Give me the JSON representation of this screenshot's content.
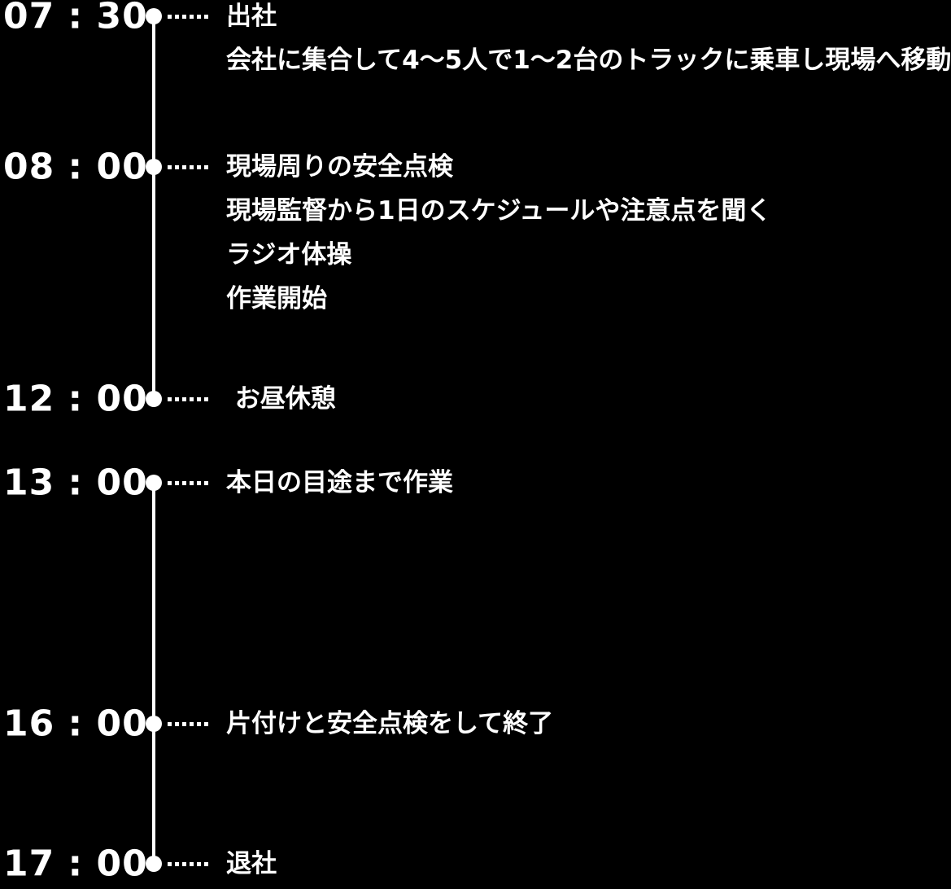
{
  "page": {
    "background_color": "#000000",
    "text_color": "#ffffff"
  },
  "timeline": {
    "entries": [
      {
        "time": "07 : 30",
        "items": [
          "出社",
          "会社に集合して4〜5人で1〜2台のトラックに乗車し現場へ移動"
        ]
      },
      {
        "time": "08 : 00",
        "items": [
          "現場周りの安全点検",
          "現場監督から1日のスケジュールや注意点を聞く",
          "ラジオ体操",
          "作業開始"
        ]
      },
      {
        "time": "12 : 00",
        "items": [
          " お昼休憩"
        ]
      },
      {
        "time": "13 : 00",
        "items": [
          "本日の目途まで作業"
        ]
      },
      {
        "time": "16 : 00",
        "items": [
          "片付けと安全点検をして終了"
        ]
      },
      {
        "time": "17 : 00",
        "items": [
          "退社"
        ]
      }
    ]
  }
}
